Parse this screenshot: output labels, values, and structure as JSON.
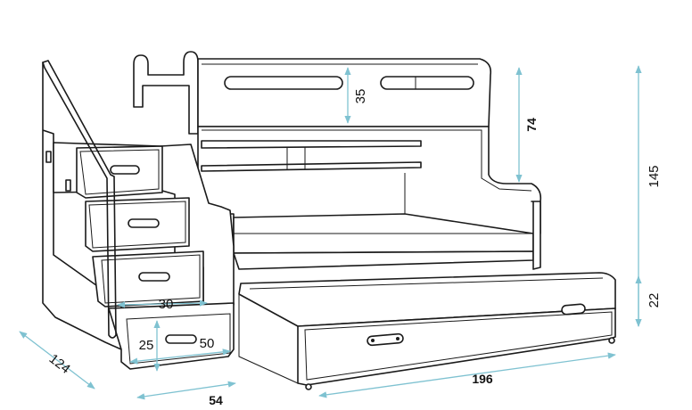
{
  "diagram": {
    "dimensions": {
      "depth": "124",
      "stairs_width": "54",
      "trundle_length": "196",
      "upper_height": "74",
      "total_height": "145",
      "trundle_height": "22",
      "rail_height": "35",
      "step_depth": "30",
      "drawer_height": "25",
      "drawer_width": "50"
    },
    "colors": {
      "outline": "#1a1a1a",
      "dimension_line": "#7fc2d1",
      "background": "#ffffff"
    }
  }
}
